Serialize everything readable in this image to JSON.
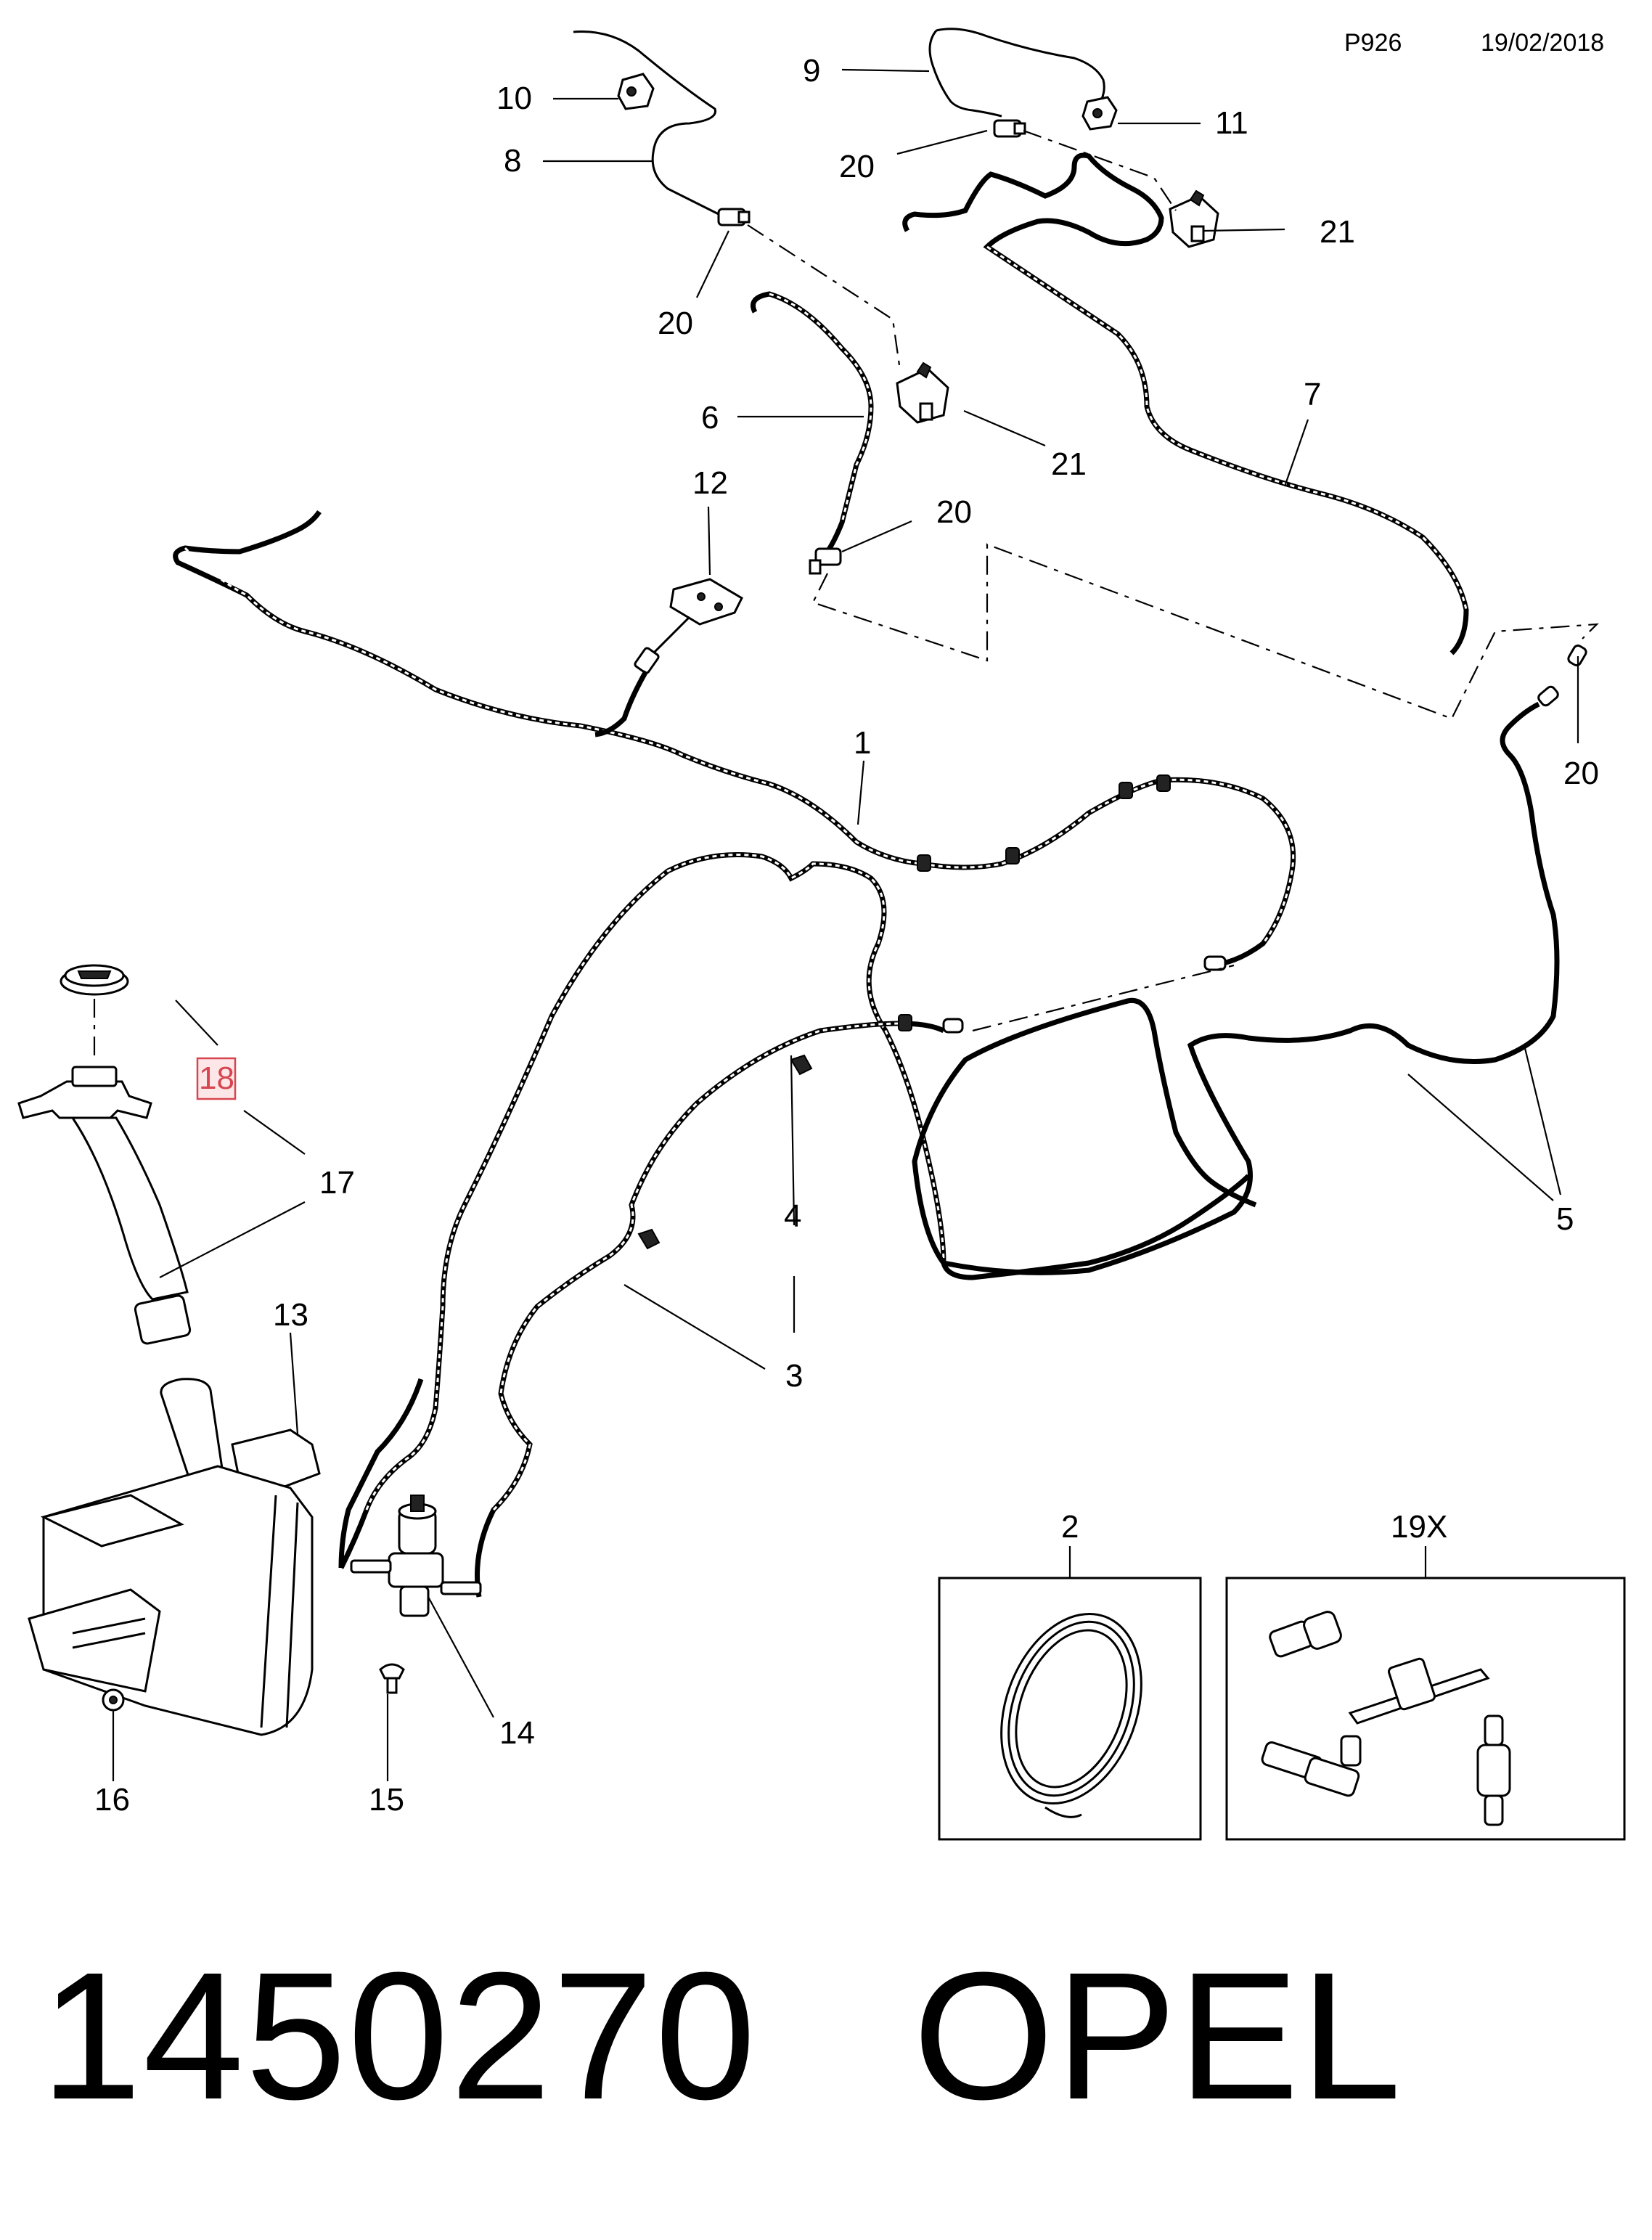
{
  "header": {
    "page_code": "P926",
    "date": "19/02/2018"
  },
  "callouts": {
    "c1": "1",
    "c2": "2",
    "c3": "3",
    "c4": "4",
    "c5": "5",
    "c6": "6",
    "c7": "7",
    "c8": "8",
    "c9": "9",
    "c10": "10",
    "c11": "11",
    "c12": "12",
    "c13": "13",
    "c14": "14",
    "c15": "15",
    "c16": "16",
    "c17": "17",
    "c18": "18",
    "c19x": "19X",
    "c20": "20",
    "c21": "21"
  },
  "banner": {
    "part_number": "1450270",
    "brand": "OPEL"
  },
  "highlighted_callout": "18",
  "colors": {
    "highlight_border": "#d64550",
    "highlight_fill": "#fde6e8"
  }
}
